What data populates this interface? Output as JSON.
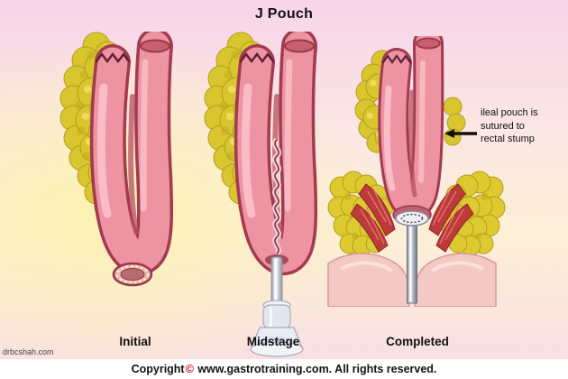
{
  "title": "J Pouch",
  "panels": [
    {
      "label": "Initial"
    },
    {
      "label": "Midstage"
    },
    {
      "label": "Completed"
    }
  ],
  "annotation": {
    "line1": "ileal pouch is",
    "line2": "sutured to",
    "line3": "rectal stump",
    "arrow_icon": "left-arrow"
  },
  "watermark": "drbcshah.com",
  "footer": {
    "pre": "Copyright",
    "symbol": "©",
    "post": " www.gastrotraining.com. All rights reserved."
  },
  "colors": {
    "bowel_pink": "#ee93a1",
    "bowel_outline": "#a23a50",
    "mesentery_yellow": "#d9c62e",
    "muscle_red": "#bc3a3a",
    "stapler_gray": "#e4e8f0",
    "copyright_symbol_red": "#cc1111"
  }
}
